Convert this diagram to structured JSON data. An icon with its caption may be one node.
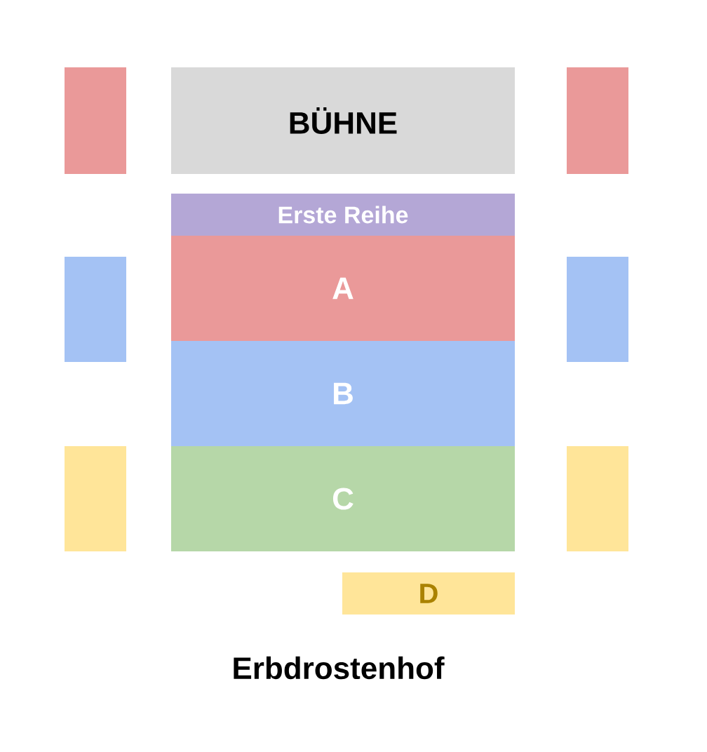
{
  "diagram": {
    "title": "Erbdrostenhof",
    "nodes": [
      {
        "text": [],
        "shape": "box"
      },
      {
        "text": [
          "BÜHNE"
        ]
      },
      {
        "text": [],
        "shape": "box"
      },
      {
        "text": [
          "Erste Reihe"
        ]
      },
      {
        "text": [],
        "shape": "box"
      },
      {
        "text": [
          "A"
        ]
      },
      {
        "text": [],
        "shape": "box"
      },
      {
        "text": [
          "B"
        ]
      },
      {
        "text": [],
        "shape": "box"
      },
      {
        "text": [
          "C"
        ]
      },
      {
        "text": [],
        "shape": "box"
      },
      {
        "text": [
          "D"
        ]
      }
    ]
  }
}
